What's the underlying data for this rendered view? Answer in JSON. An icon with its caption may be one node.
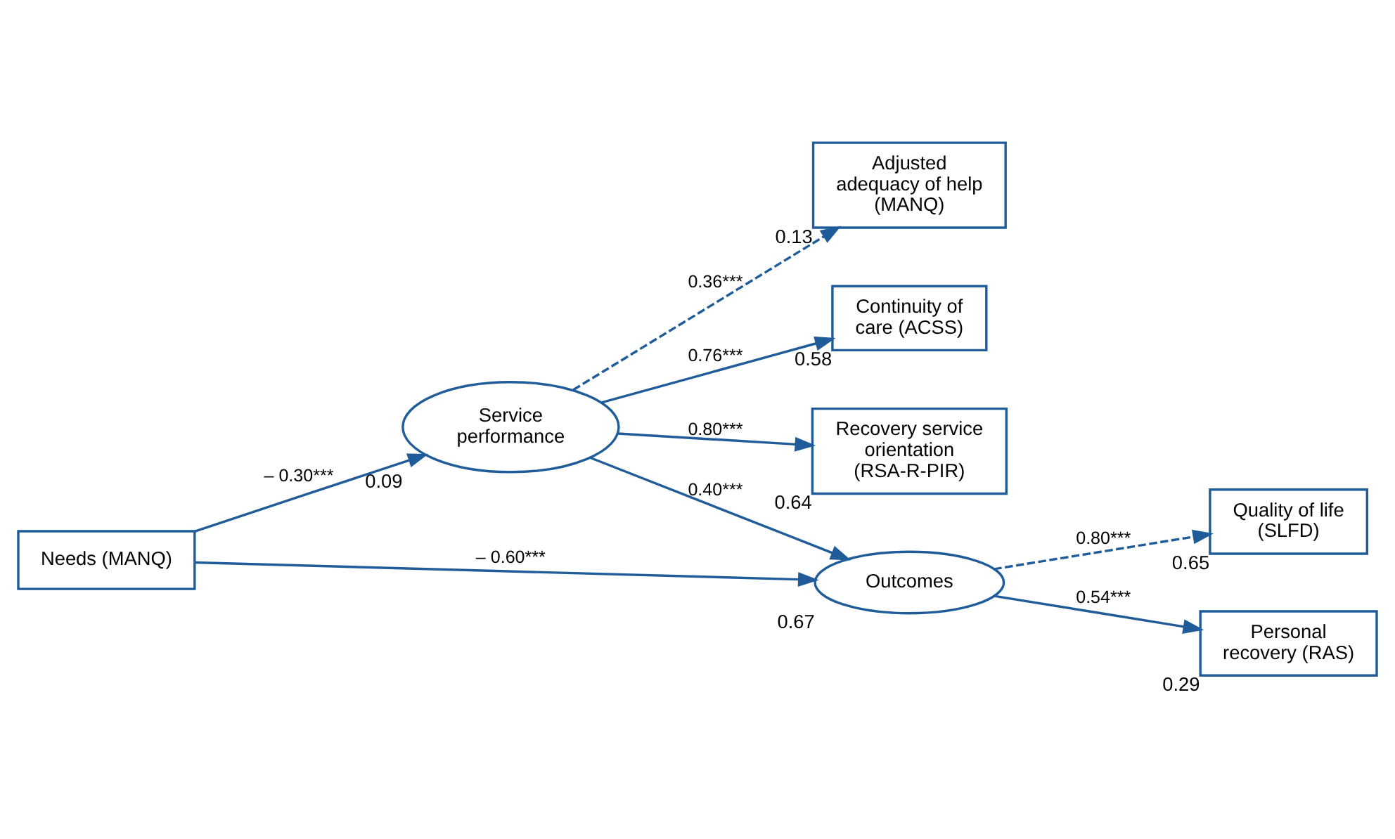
{
  "diagram": {
    "nodes": [
      {
        "text": [
          "Adjusted adequacy of help (MANQ)"
        ],
        "beside": [
          "0.13"
        ]
      },
      {
        "text": [
          "Continuity of care (ACSS)"
        ],
        "beside": [
          "0.58"
        ]
      },
      {
        "text": [
          "Recovery service orientation (RSA-R-PIR)"
        ],
        "beside": [
          "0.64"
        ]
      },
      {
        "text": [
          "Service performance"
        ],
        "beside": [
          "0.09"
        ]
      },
      {
        "text": [
          "Quality of life (SLFD)"
        ],
        "beside": [
          "0.65"
        ]
      },
      {
        "text": [
          "Needs (MANQ)"
        ]
      },
      {
        "text": [
          "Outcomes"
        ],
        "beside": [
          "0.67"
        ]
      },
      {
        "text": [
          "Personal recovery (RAS)"
        ],
        "beside": [
          "0.29"
        ]
      }
    ],
    "edges": [
      {
        "from": 3,
        "to": 0,
        "arrow": "to",
        "label": "0.36***",
        "style": "dashed"
      },
      {
        "from": 3,
        "to": 1,
        "arrow": "to",
        "label": "0.76***"
      },
      {
        "from": 3,
        "to": 2,
        "arrow": "to",
        "label": "0.80***"
      },
      {
        "from": 5,
        "to": 3,
        "arrow": "to",
        "label": "– 0.30***"
      },
      {
        "from": 3,
        "to": 6,
        "arrow": "to",
        "label": "0.40***"
      },
      {
        "from": 5,
        "to": 6,
        "arrow": "to",
        "label": "– 0.60***"
      },
      {
        "from": 6,
        "to": 4,
        "arrow": "to",
        "label": "0.80***",
        "style": "dashed"
      },
      {
        "from": 6,
        "to": 7,
        "arrow": "to",
        "label": "0.54***"
      }
    ]
  }
}
